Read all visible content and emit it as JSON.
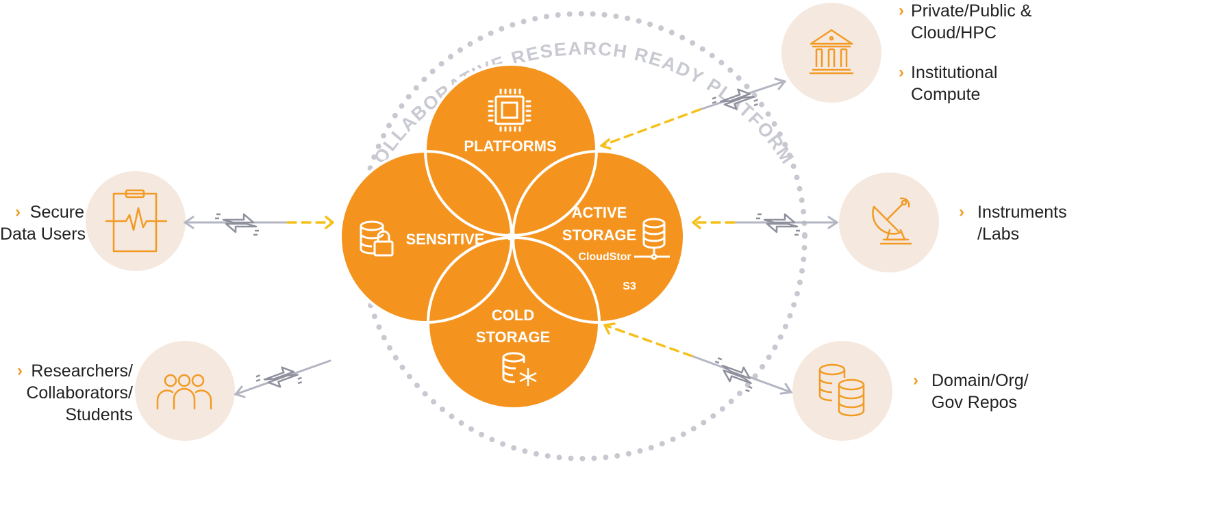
{
  "ring_title": "COLLABORATIVE RESEARCH READY PLATFORMS",
  "centers": {
    "platforms": "PLATFORMS",
    "sensitive": "SENSITIVE",
    "active_line1": "ACTIVE",
    "active_line2": "STORAGE",
    "active_sub1": "CloudStor",
    "active_sub2": "S3",
    "cold_line1": "COLD",
    "cold_line2": "STORAGE"
  },
  "bullet_glyph": "›",
  "labels": {
    "private_line1": "Private/Public &",
    "private_line2": "Cloud/HPC",
    "institutional_line1": "Institutional",
    "institutional_line2": "Compute",
    "instruments_line1": "Instruments",
    "instruments_line2": "/Labs",
    "domain_line1": "Domain/Org/",
    "domain_line2": "Gov Repos",
    "secure_line1": "Secure",
    "secure_line2": "Data Users",
    "researchers_line1": "Researchers/",
    "researchers_line2": "Collaborators/",
    "researchers_line3": "Students"
  },
  "icons": {
    "platforms": "cpu-chip-icon",
    "sensitive": "database-lock-icon",
    "active_storage": "database-network-icon",
    "cold_storage": "database-snowflake-icon",
    "institution": "institution-building-icon",
    "instruments": "satellite-dish-icon",
    "repos": "database-stack-icon",
    "secure_users": "clipboard-heartbeat-icon",
    "researchers": "people-group-icon",
    "exchange": "exchange-arrows-icon"
  },
  "colors": {
    "orange": "#f4941f",
    "icon_orange": "#f29a22",
    "node_bg": "#f5e8df",
    "arrow_gray": "#b3b5c2",
    "dash_yellow": "#f6c01c",
    "dot_gray": "#c7c8d0"
  }
}
